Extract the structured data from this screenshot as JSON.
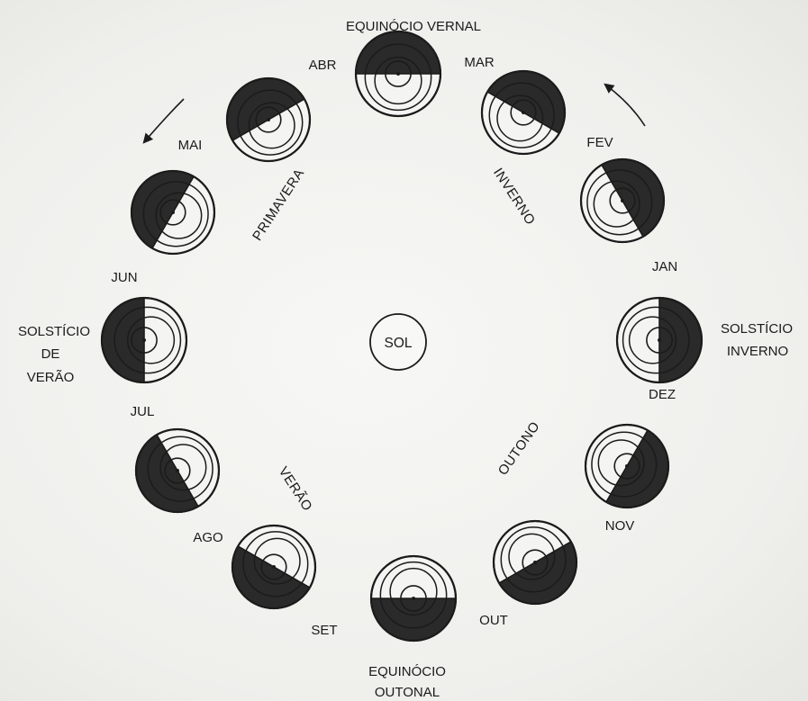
{
  "sun": {
    "label": "SOL"
  },
  "labels": {
    "equinocio_vernal": "EQUINÓCIO VERNAL",
    "solsticio_verao_1": "SOLSTÍCIO",
    "solsticio_verao_2": "DE",
    "solsticio_verao_3": "VERÃO",
    "solsticio_inverno_1": "SOLSTÍCIO",
    "solsticio_inverno_2": "INVERNO",
    "equinocio_outonal_1": "EQUINÓCIO",
    "equinocio_outonal_2": "OUTONAL"
  },
  "seasons": {
    "primavera": "PRIMAVERA",
    "inverno": "INVERNO",
    "verao": "VERÃO",
    "outono": "OUTONO"
  },
  "months": [
    {
      "key": "abr",
      "label": "ABR",
      "dark_side": "top"
    },
    {
      "key": "mar",
      "label": "MAR",
      "dark_side": "top-right"
    },
    {
      "key": "fev",
      "label": "FEV",
      "dark_side": "right"
    },
    {
      "key": "dez",
      "label": "DEZ",
      "dark_side": "right"
    },
    {
      "key": "nov",
      "label": "NOV",
      "dark_side": "bottom-right"
    },
    {
      "key": "out",
      "label": "OUT",
      "dark_side": "bottom"
    },
    {
      "key": "set",
      "label": "SET",
      "dark_side": "bottom"
    },
    {
      "key": "ago",
      "label": "AGO",
      "dark_side": "bottom"
    },
    {
      "key": "jul",
      "label": "JUL",
      "dark_side": "left"
    },
    {
      "key": "jun",
      "label": "JUN",
      "dark_side": "left"
    },
    {
      "key": "mai",
      "label": "MAI",
      "dark_side": "top-left"
    },
    {
      "key": "jan",
      "label": "JAN",
      "dark_side": ""
    }
  ],
  "colors": {
    "ink": "#1b1b1b",
    "shade": "#2a2a2a",
    "paper": "#f4f4f2"
  }
}
